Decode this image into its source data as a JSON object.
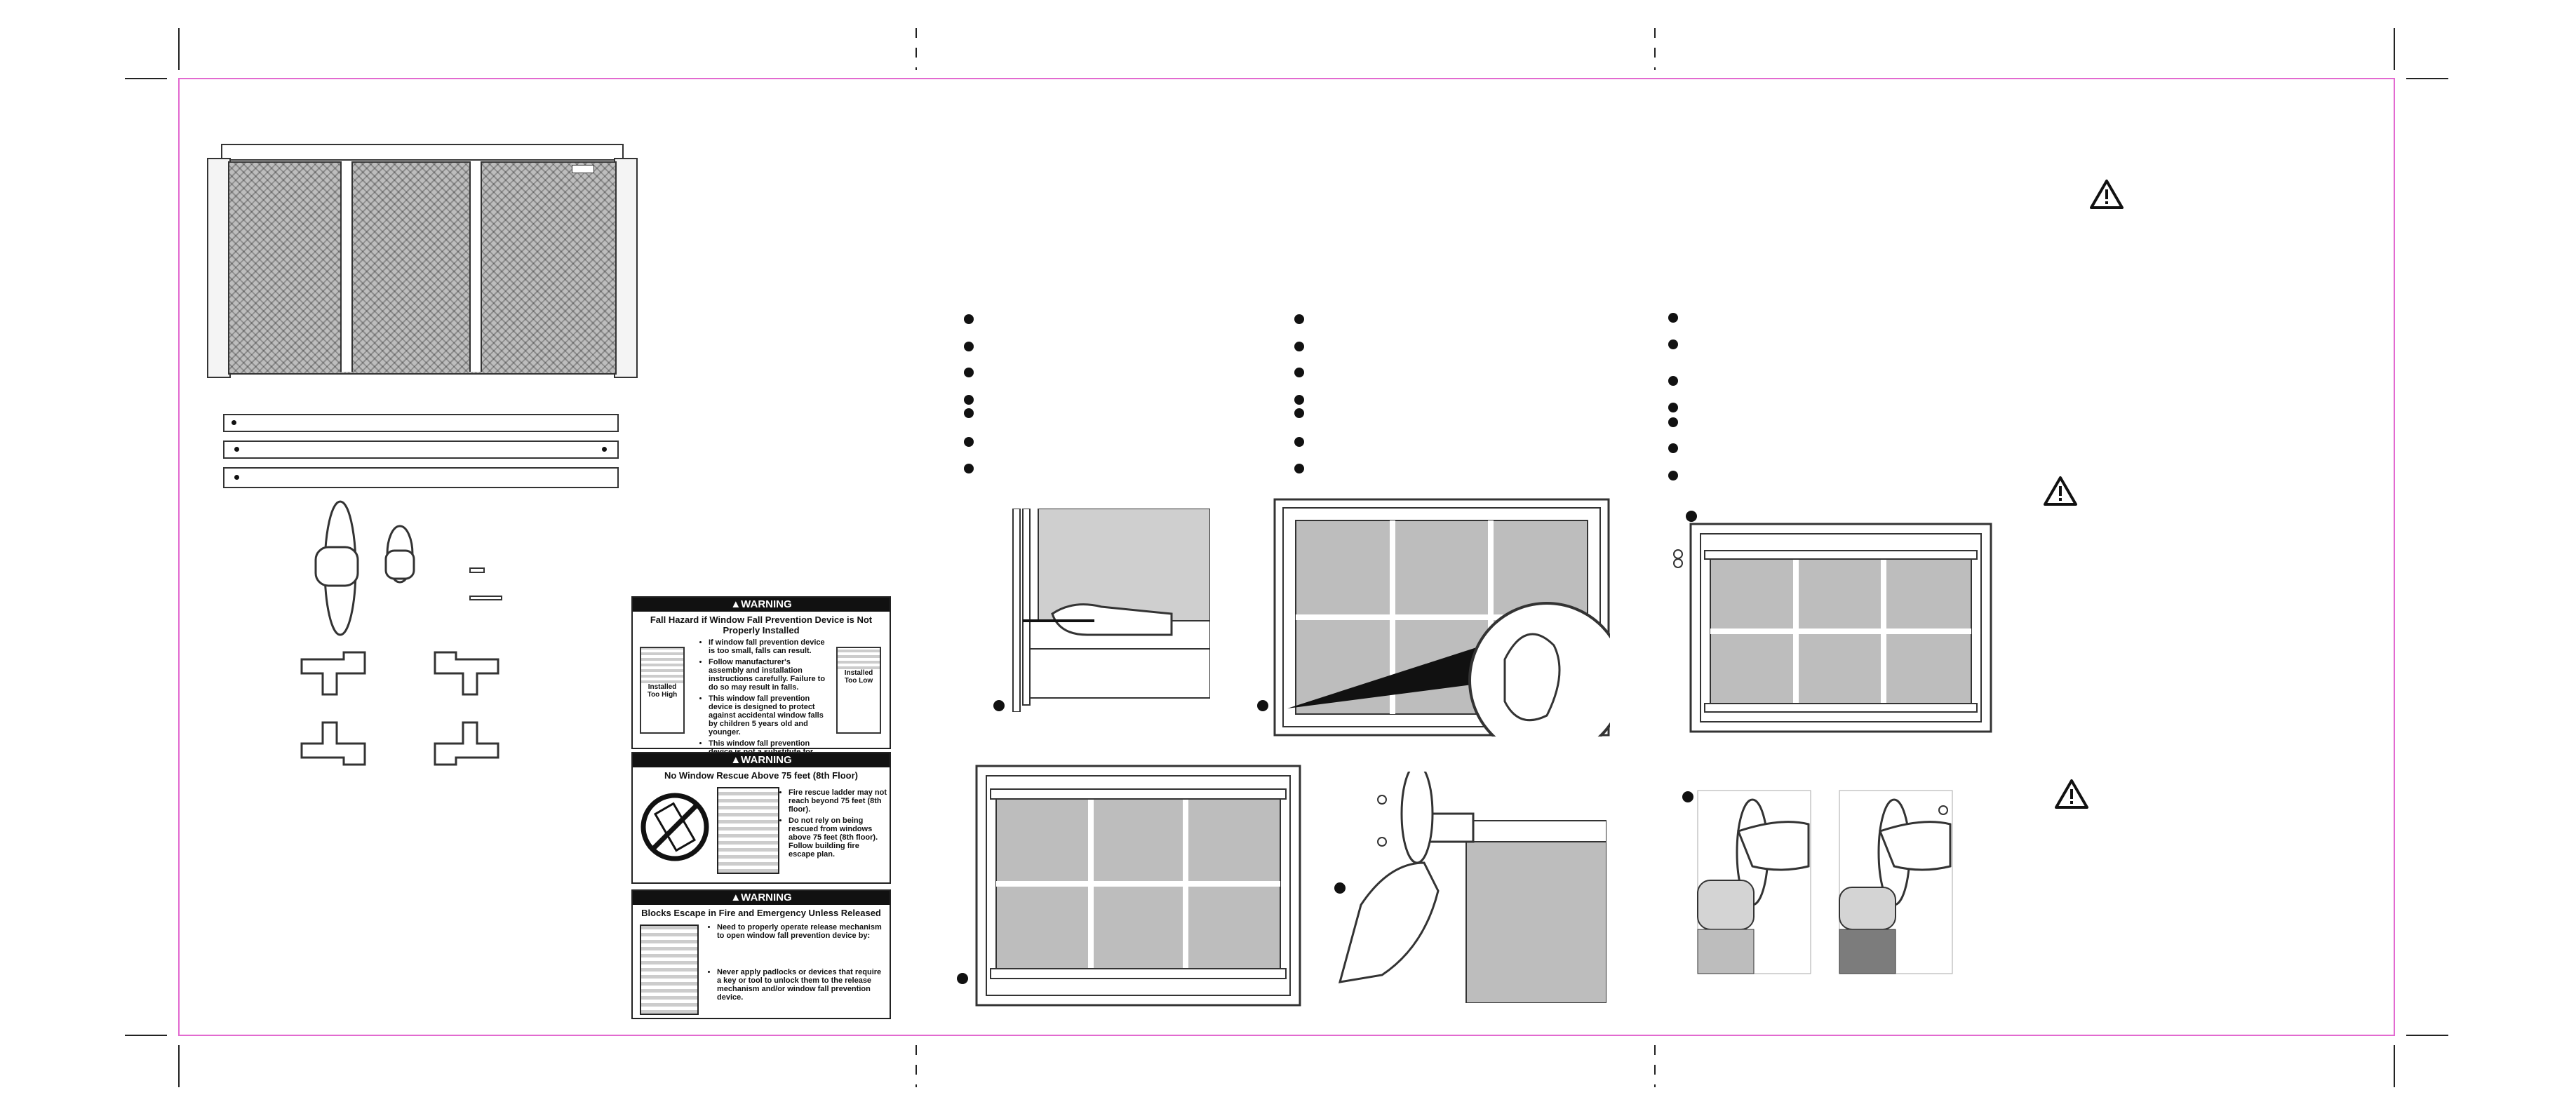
{
  "warnings": [
    {
      "header": "▲WARNING",
      "title": "Fall Hazard if Window Fall Prevention Device is Not Properly Installed",
      "bullets": [
        "If window fall prevention device is too small, falls can result.",
        "Follow manufacturer's assembly and installation instructions carefully. Failure to do so may result in falls.",
        "This window fall prevention device is designed to protect against accidental window falls by children 5 years old and younger.",
        "This window fall prevention device is not a substitute for supervision of young children."
      ],
      "left_box": "Installed Too High",
      "right_box": "Installed Too Low"
    },
    {
      "header": "▲WARNING",
      "title": "No Window Rescue Above 75 feet (8th Floor)",
      "bullets": [
        "Fire rescue ladder may not reach beyond 75 feet (8th floor).",
        "Do not rely on being rescued from windows above 75 feet (8th floor). Follow building fire escape plan."
      ]
    },
    {
      "header": "▲WARNING",
      "title": "Blocks Escape in Fire and Emergency Unless Released",
      "bullets": [
        "Need to properly operate release mechanism to open window fall prevention device by:",
        "Never apply padlocks or devices that require a key or tool to unlock them to the release mechanism and/or window fall prevention device."
      ]
    }
  ],
  "icons": {
    "caution": "warning-triangle-icon",
    "bullet": "filled-dot-icon"
  },
  "colors": {
    "trim": "#e26ad0",
    "ink": "#111111",
    "mesh": "#bdbdbd"
  }
}
